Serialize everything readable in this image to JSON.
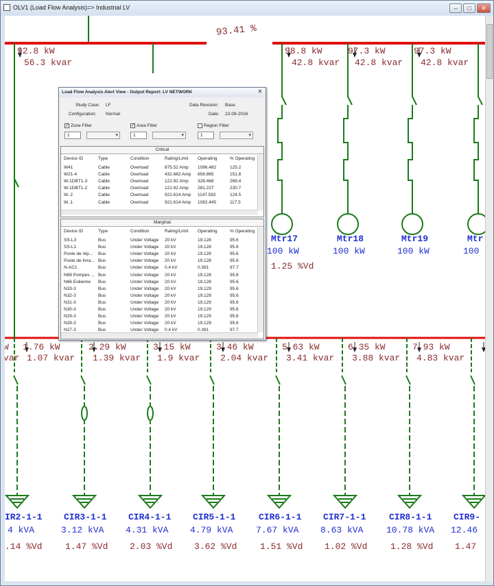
{
  "window": {
    "title": "OLV1 (Load Flow Analysis)=> Industrial LV",
    "min": "–",
    "max": "□",
    "close": "✕"
  },
  "top_pct": "93.41 %",
  "upper_feeders": [
    {
      "kw": "92.8 kW",
      "kvar": "56.3 kvar"
    },
    {
      "kw": "98.8 kW",
      "kvar": "42.8 kvar"
    },
    {
      "kw": "97.3 kW",
      "kvar": "42.8 kvar"
    },
    {
      "kw": "97.3 kW",
      "kvar": "42.8 kvar"
    }
  ],
  "motors": [
    {
      "name": "Mtr17",
      "rating": "100 kW"
    },
    {
      "name": "Mtr18",
      "rating": "100 kW"
    },
    {
      "name": "Mtr19",
      "rating": "100 kW"
    },
    {
      "name": "Mtr",
      "rating": "100"
    }
  ],
  "motor17_vd": "1.25 %Vd",
  "lower_feeders": [
    {
      "kw": "W",
      "kvar": "var"
    },
    {
      "kw": "1.76 kW",
      "kvar": "1.07 kvar"
    },
    {
      "kw": "2.29 kW",
      "kvar": "1.39 kvar"
    },
    {
      "kw": "3.15 kW",
      "kvar": "1.9 kvar"
    },
    {
      "kw": "3.46 kW",
      "kvar": "2.04 kvar"
    },
    {
      "kw": "5.63 kW",
      "kvar": "3.41 kvar"
    },
    {
      "kw": "6.35 kW",
      "kvar": "3.88 kvar"
    },
    {
      "kw": "7.93 kW",
      "kvar": "4.83 kvar"
    }
  ],
  "circuits": [
    {
      "name": "IR2-1-1",
      "kva": "4 kVA",
      "vd": ".14 %Vd"
    },
    {
      "name": "CIR3-1-1",
      "kva": "3.12 kVA",
      "vd": "1.47 %Vd"
    },
    {
      "name": "CIR4-1-1",
      "kva": "4.31 kVA",
      "vd": "2.03 %Vd"
    },
    {
      "name": "CIR5-1-1",
      "kva": "4.79 kVA",
      "vd": "3.62 %Vd"
    },
    {
      "name": "CIR6-1-1",
      "kva": "7.67 kVA",
      "vd": "1.51 %Vd"
    },
    {
      "name": "CIR7-1-1",
      "kva": "8.63 kVA",
      "vd": "1.02 %Vd"
    },
    {
      "name": "CIR8-1-1",
      "kva": "10.78 kVA",
      "vd": "1.28 %Vd"
    },
    {
      "name": "CIR9-",
      "kva": "12.46",
      "vd": "1.47"
    }
  ],
  "dialog": {
    "title": "Load Flow Analysis Alert View - Output Report: LV NETWORK",
    "study_case_label": "Study Case:",
    "study_case": "LF",
    "configuration_label": "Configuration:",
    "configuration": "Normal",
    "data_revision_label": "Data Revision:",
    "data_revision": "Base",
    "date_label": "Date:",
    "date": "22-08-2016",
    "zone_filter": "Zone Filter",
    "area_filter": "Area Filter",
    "region_filter": "Region Filter",
    "spin_value": "1",
    "critical_title": "Critical",
    "marginal_title": "Marginal",
    "columns": [
      "Device ID",
      "Type",
      "Condition",
      "Rating/Limit",
      "Operating",
      "% Operating"
    ],
    "critical_rows": [
      [
        "W41",
        "Cable",
        "Overload",
        "875.52 Amp",
        "1096.482",
        "125.2"
      ],
      [
        "W21-4",
        "Cable",
        "Overload",
        "432.682 Amp",
        "656.865",
        "151.8"
      ],
      [
        "W-1DBT1-3",
        "Cable",
        "Overload",
        "121.92 Amp",
        "328.468",
        "269.4"
      ],
      [
        "W-1DBT1-2",
        "Cable",
        "Overload",
        "121.92 Amp",
        "281.227",
        "230.7"
      ],
      [
        "W..2",
        "Cable",
        "Overload",
        "921.614 Amp",
        "1147.592",
        "124.5"
      ],
      [
        "W..1",
        "Cable",
        "Overload",
        "921.614 Amp",
        "1082.445",
        "117.5"
      ]
    ],
    "marginal_rows": [
      [
        "SS-L3",
        "Bus",
        "Under Voltage",
        "20 kV",
        "19.128",
        "95.6"
      ],
      [
        "SS-L1",
        "Bus",
        "Under Voltage",
        "20 kV",
        "19.128",
        "95.6"
      ],
      [
        "Poste de rép...",
        "Bus",
        "Under Voltage",
        "20 kV",
        "19.128",
        "95.6"
      ],
      [
        "Poste de livra...",
        "Bus",
        "Under Voltage",
        "20 kV",
        "19.128",
        "95.6"
      ],
      [
        "N-AC1",
        "Bus",
        "Under Voltage",
        "0.4 kV",
        "0.391",
        "97.7"
      ],
      [
        "N68 Pompes ...",
        "Bus",
        "Under Voltage",
        "20 kV",
        "19.128",
        "95.6"
      ],
      [
        "N66 Eolienne",
        "Bus",
        "Under Voltage",
        "20 kV",
        "19.128",
        "95.6"
      ],
      [
        "N33-3",
        "Bus",
        "Under Voltage",
        "20 kV",
        "19.129",
        "95.6"
      ],
      [
        "N32-3",
        "Bus",
        "Under Voltage",
        "20 kV",
        "19.129",
        "95.6"
      ],
      [
        "N31-3",
        "Bus",
        "Under Voltage",
        "20 kV",
        "19.129",
        "95.6"
      ],
      [
        "N30-3",
        "Bus",
        "Under Voltage",
        "20 kV",
        "19.129",
        "95.6"
      ],
      [
        "N29-3",
        "Bus",
        "Under Voltage",
        "20 kV",
        "19.129",
        "95.6"
      ],
      [
        "N28-3",
        "Bus",
        "Under Voltage",
        "20 kV",
        "19.129",
        "95.6"
      ],
      [
        "N27-3",
        "Bus",
        "Under Voltage",
        "0.4 kV",
        "0.391",
        "97.7"
      ]
    ]
  },
  "colors": {
    "bus": "#e01010",
    "line": "#1a7a1a",
    "value": "#8b2a2a",
    "label": "#1f2fd0"
  }
}
